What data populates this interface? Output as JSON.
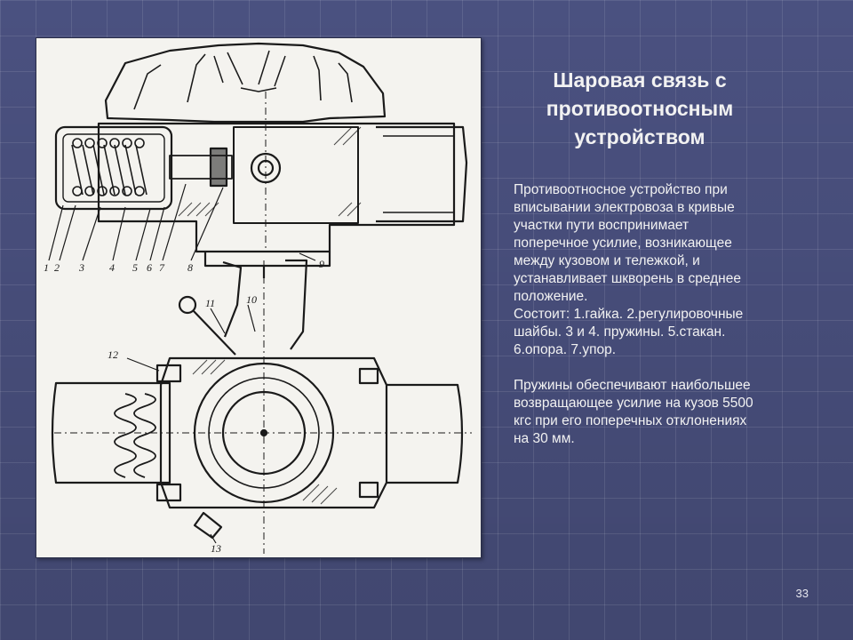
{
  "slide": {
    "title_lines": [
      "Шаровая связь с",
      "противоотносным",
      "устройством"
    ],
    "paragraph_lines": [
      "Противоотносное устройство при",
      "вписывании электровоза в кривые",
      "участки пути воспринимает",
      "поперечное усилие, возникающее",
      "между кузовом и тележкой, и",
      "устанавливает шкворень в среднее",
      "положение."
    ],
    "composition_lines": [
      "Состоит: 1.гайка. 2.регулировочные",
      "шайбы. 3 и 4. пружины. 5.стакан.",
      "6.опора. 7.упор."
    ],
    "springs_lines": [
      "Пружины обеспечивают наибольшее",
      "возвращающее усилие на кузов 5500",
      "кгс при его поперечных отклонениях",
      "на 30 мм."
    ],
    "page_number": "33"
  },
  "figure": {
    "callout_labels": [
      "1",
      "2",
      "3",
      "4",
      "5",
      "6",
      "7",
      "8",
      "9",
      "10",
      "11",
      "12",
      "13"
    ]
  },
  "colors": {
    "background": "#4f5688",
    "text": "#f2f2f2",
    "drawing_ink": "#1a1a1a",
    "drawing_paper": "#f4f3ef"
  }
}
